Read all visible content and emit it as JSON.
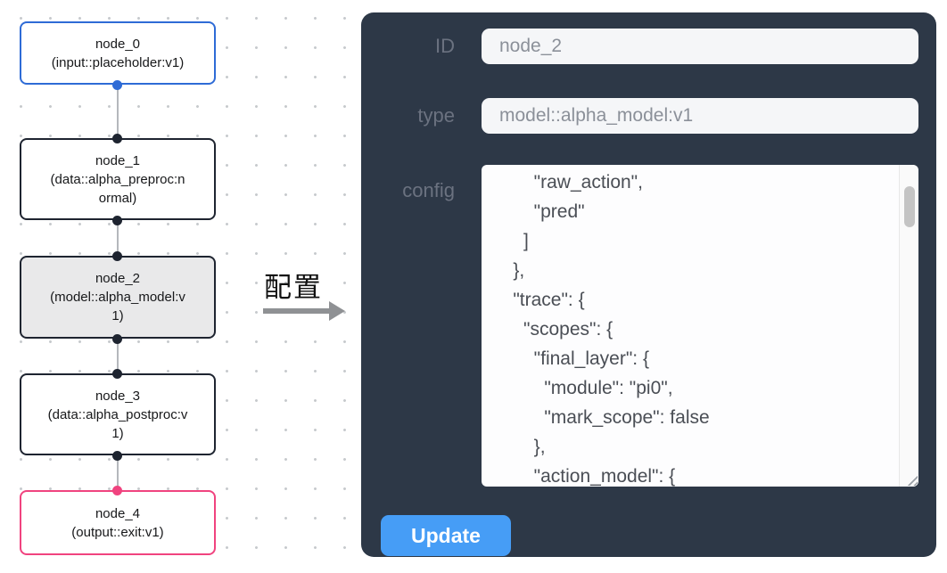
{
  "flow": {
    "nodes": [
      {
        "title": "node_0",
        "subtitle": "(input::placeholder:v1)",
        "kind": "input"
      },
      {
        "title": "node_1",
        "subtitle": "(data::alpha_preproc:normal)",
        "kind": "data"
      },
      {
        "title": "node_2",
        "subtitle": "(model::alpha_model:v1)",
        "kind": "model-selected"
      },
      {
        "title": "node_3",
        "subtitle": "(data::alpha_postproc:v1)",
        "kind": "data"
      },
      {
        "title": "node_4",
        "subtitle": "(output::exit:v1)",
        "kind": "output"
      }
    ]
  },
  "annotation": {
    "label": "配置",
    "icon": "arrow-right-icon"
  },
  "panel": {
    "fields": [
      {
        "label": "ID",
        "value": "node_2"
      },
      {
        "label": "type",
        "value": "model::alpha_model:v1"
      }
    ],
    "config_label": "config",
    "config_text": "        \"raw_action\",\n        \"pred\"\n      ]\n    },\n    \"trace\": {\n      \"scopes\": {\n        \"final_layer\": {\n          \"module\": \"pi0\",\n          \"mark_scope\": false\n        },\n        \"action_model\": {",
    "update_label": "Update"
  },
  "colors": {
    "panel_bg": "#2d3847",
    "input_node_border": "#2e6bd6",
    "default_node_border": "#1e2430",
    "selected_node_bg": "#e9e9ea",
    "output_node_border": "#f0437f",
    "edge_gray": "#b5b8bc",
    "button_blue": "#469df6",
    "field_bg": "#f5f6f8",
    "label_gray": "#6b7280"
  }
}
